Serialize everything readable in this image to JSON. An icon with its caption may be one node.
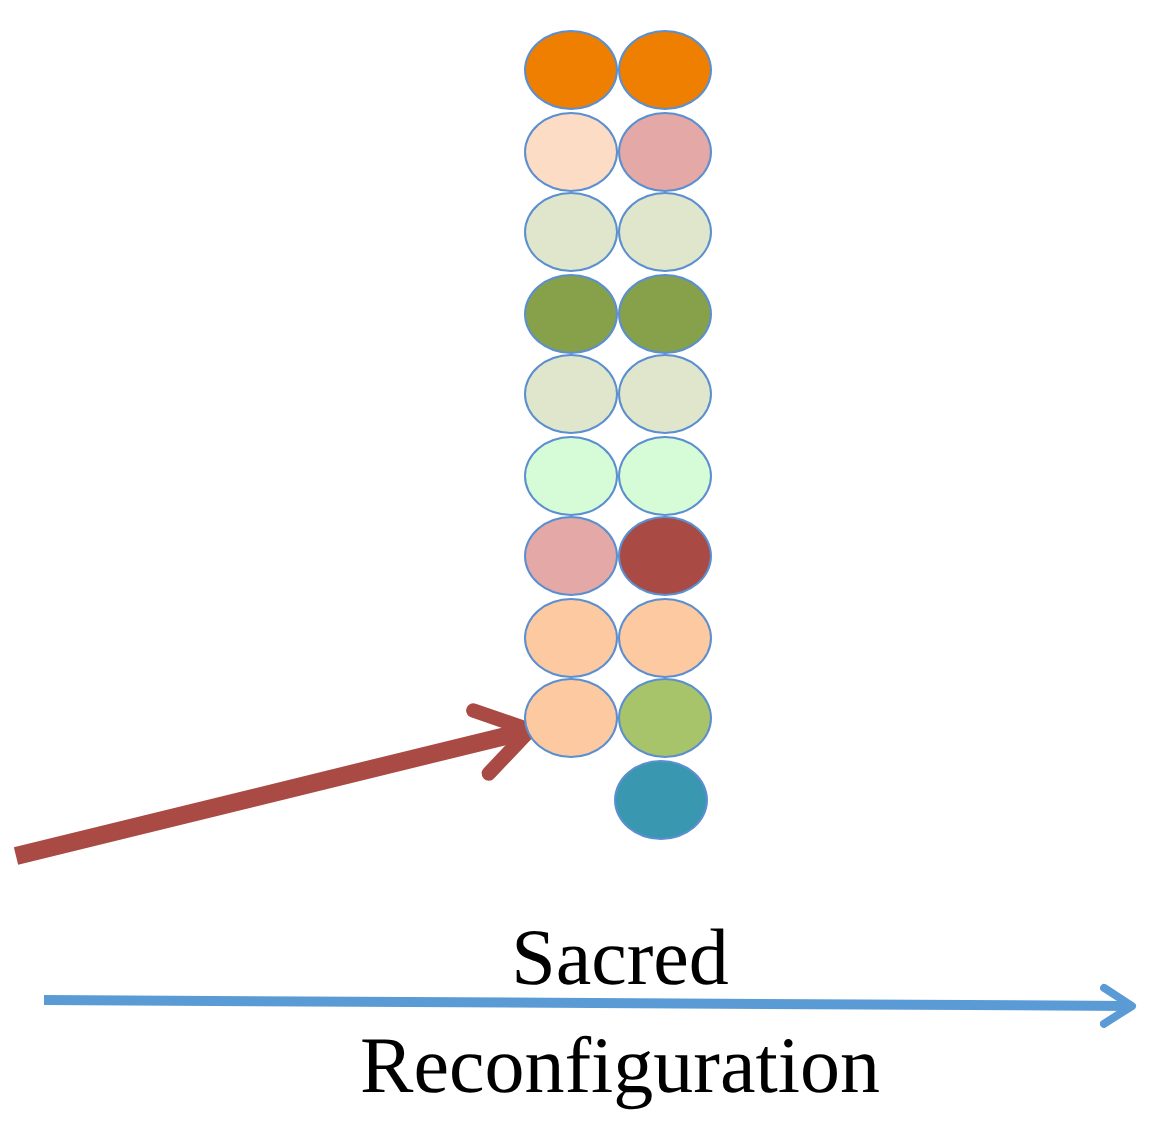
{
  "diagram": {
    "nodes": [
      {
        "text": [],
        "shape": "circle"
      },
      {
        "text": [],
        "shape": "circle"
      },
      {
        "text": [],
        "shape": "circle"
      },
      {
        "text": [],
        "shape": "circle"
      },
      {
        "text": [],
        "shape": "circle"
      },
      {
        "text": [],
        "shape": "circle"
      },
      {
        "text": [],
        "shape": "circle"
      },
      {
        "text": [],
        "shape": "circle"
      },
      {
        "text": [],
        "shape": "circle"
      },
      {
        "text": [],
        "shape": "circle"
      },
      {
        "text": [],
        "shape": "circle"
      },
      {
        "text": [],
        "shape": "circle"
      },
      {
        "text": [],
        "shape": "circle"
      },
      {
        "text": [],
        "shape": "circle"
      },
      {
        "text": [],
        "shape": "circle"
      },
      {
        "text": [],
        "shape": "circle"
      },
      {
        "text": [],
        "shape": "circle"
      },
      {
        "text": [],
        "shape": "circle"
      },
      {
        "text": [],
        "shape": "circle"
      }
    ],
    "edges": [
      {
        "from": null,
        "to": 16,
        "arrow": "to"
      }
    ],
    "labels": [
      "Sacred Reconfiguration"
    ]
  }
}
